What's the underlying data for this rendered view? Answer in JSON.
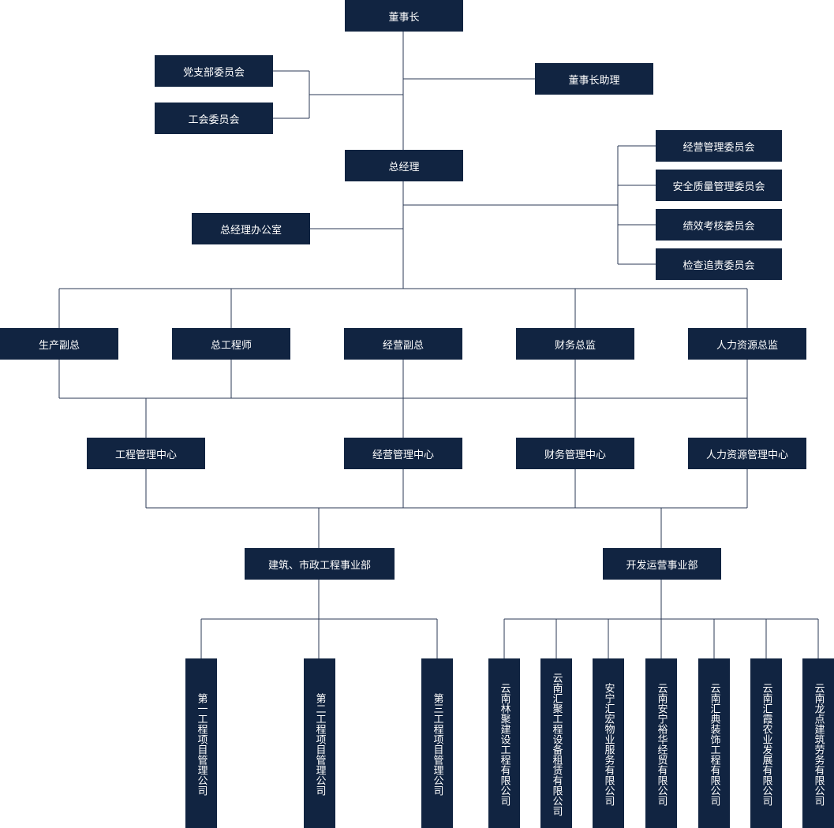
{
  "org": {
    "chairman": "董事长",
    "chairman_assistant": "董事长助理",
    "party_committee": "党支部委员会",
    "union_committee": "工会委员会",
    "general_manager": "总经理",
    "gm_office": "总经理办公室",
    "committees": [
      "经营管理委员会",
      "安全质量管理委员会",
      "绩效考核委员会",
      "检查追责委员会"
    ],
    "executives": [
      "生产副总",
      "总工程师",
      "经营副总",
      "财务总监",
      "人力资源总监"
    ],
    "centers": [
      "工程管理中心",
      "经营管理中心",
      "财务管理中心",
      "人力资源管理中心"
    ],
    "divisions": [
      "建筑、市政工程事业部",
      "开发运营事业部"
    ],
    "project_companies": [
      "第一工程项目管理公司",
      "第二工程项目管理公司",
      "第三工程项目管理公司"
    ],
    "subsidiaries": [
      "云南林聚建设工程有限公司",
      "云南汇聚工程设备租赁有限公司",
      "安宁汇宏物业服务有限公司",
      "云南安宁裕华经贸有限公司",
      "云南汇典装饰工程有限公司",
      "云南汇霞农业发展有限公司",
      "云南龙点建筑劳务有限公司"
    ]
  }
}
